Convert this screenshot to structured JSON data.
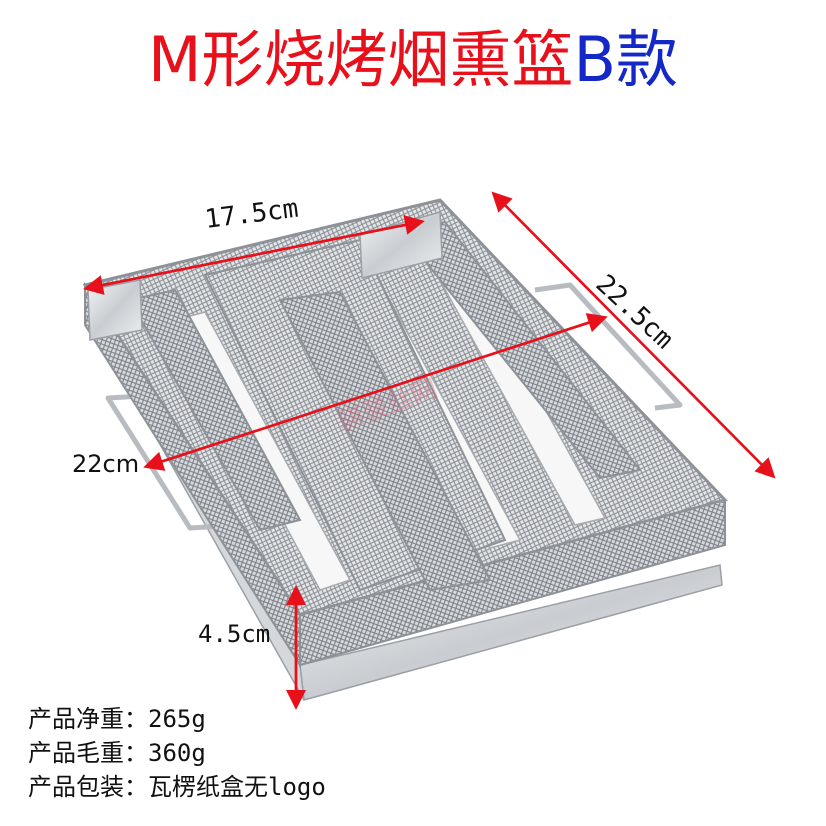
{
  "title": {
    "main": "M形烧烤烟熏篮",
    "suffix": "B款",
    "main_color": "#e8101a",
    "suffix_color": "#1428c8"
  },
  "dimensions": {
    "width": "17.5cm",
    "length": "22.5cm",
    "inner": "22cm",
    "height": "4.5cm",
    "arrow_color": "#e8101a"
  },
  "watermark": "骐骏丝网",
  "specs": [
    {
      "label": "产品净重：",
      "value": "265g"
    },
    {
      "label": "产品毛重：",
      "value": "360g"
    },
    {
      "label": "产品包装：",
      "value": "瓦楞纸盒无logo"
    }
  ]
}
